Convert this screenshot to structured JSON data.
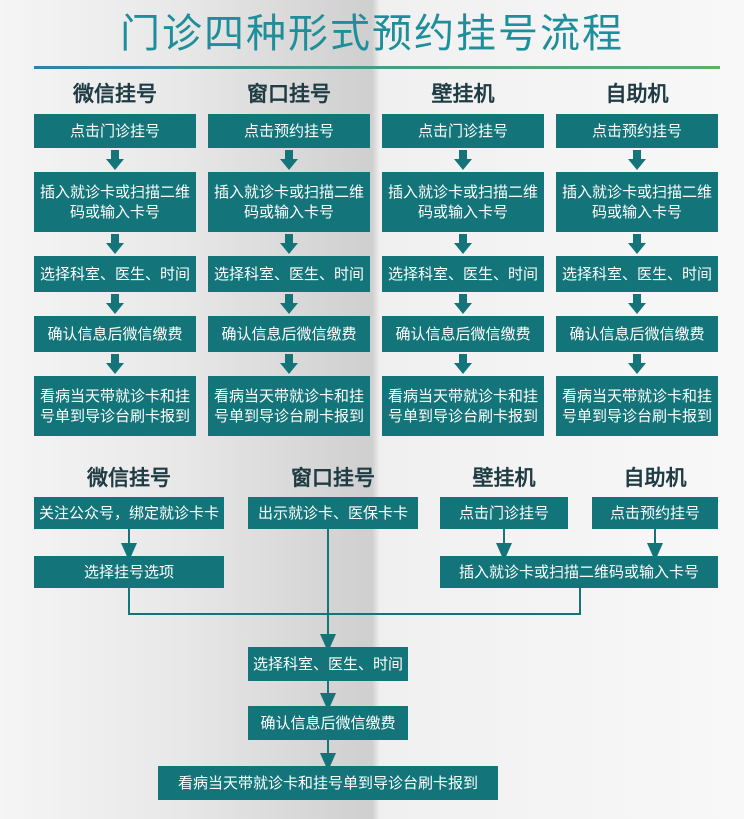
{
  "title": "门诊四种形式预约挂号流程",
  "top": {
    "columns": [
      {
        "heading": "微信挂号",
        "steps": [
          "点击门诊挂号",
          "插入就诊卡或扫描二维码或输入卡号",
          "选择科室、医生、时间",
          "确认信息后微信缴费",
          "看病当天带就诊卡和挂号单到导诊台刷卡报到"
        ]
      },
      {
        "heading": "窗口挂号",
        "steps": [
          "点击预约挂号",
          "插入就诊卡或扫描二维码或输入卡号",
          "选择科室、医生、时间",
          "确认信息后微信缴费",
          "看病当天带就诊卡和挂号单到导诊台刷卡报到"
        ]
      },
      {
        "heading": "壁挂机",
        "steps": [
          "点击门诊挂号",
          "插入就诊卡或扫描二维码或输入卡号",
          "选择科室、医生、时间",
          "确认信息后微信缴费",
          "看病当天带就诊卡和挂号单到导诊台刷卡报到"
        ]
      },
      {
        "heading": "自助机",
        "steps": [
          "点击预约挂号",
          "插入就诊卡或扫描二维码或输入卡号",
          "选择科室、医生、时间",
          "确认信息后微信缴费",
          "看病当天带就诊卡和挂号单到导诊台刷卡报到"
        ]
      }
    ]
  },
  "bottom": {
    "headings": {
      "wechat": "微信挂号",
      "window": "窗口挂号",
      "wall": "壁挂机",
      "kiosk": "自助机"
    },
    "wechat_step1": "关注公众号，绑定就诊卡卡",
    "wechat_step2": "选择挂号选项",
    "window_step1": "出示就诊卡、医保卡卡",
    "wall_step1": "点击门诊挂号",
    "kiosk_step1": "点击预约挂号",
    "insert_step": "插入就诊卡或扫描二维码或输入卡号",
    "select_step": "选择科室、医生、时间",
    "confirm_step": "确认信息后微信缴费",
    "report_step": "看病当天带就诊卡和挂号单到导诊台刷卡报到"
  },
  "colors": {
    "box": "#13757a",
    "title": "#1e8f9a",
    "line": "#13757a"
  }
}
